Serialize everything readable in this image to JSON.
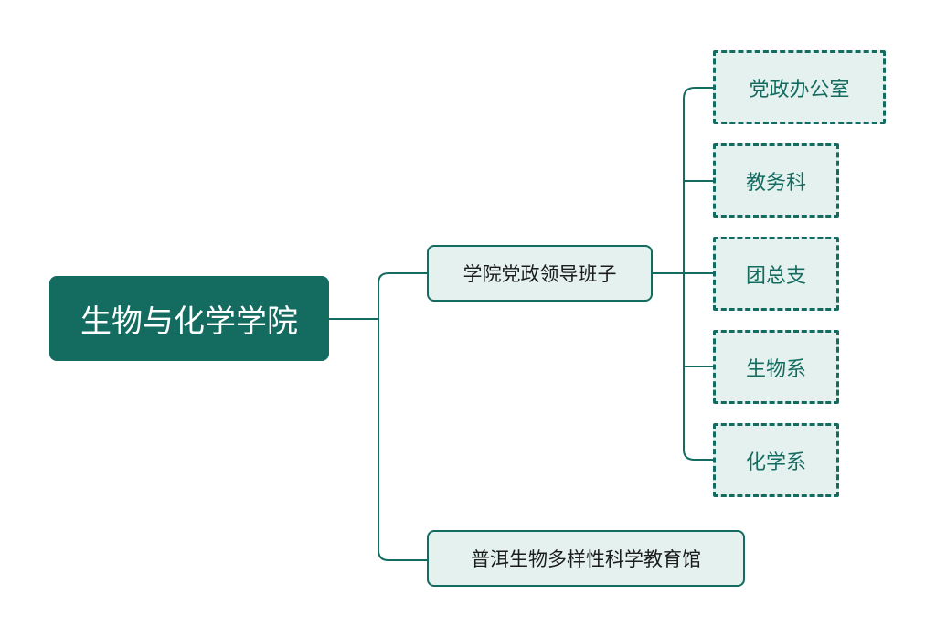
{
  "root": {
    "label": "生物与化学学院"
  },
  "branches": [
    {
      "label": "学院党政领导班子",
      "children": [
        "党政办公室",
        "教务科",
        "团总支",
        "生物系",
        "化学系"
      ]
    },
    {
      "label": "普洱生物多样性科学教育馆",
      "children": []
    }
  ],
  "colors": {
    "primary": "#146b5f",
    "node_fill": "#e4f1ef",
    "branch_text": "#1c1c1c"
  }
}
